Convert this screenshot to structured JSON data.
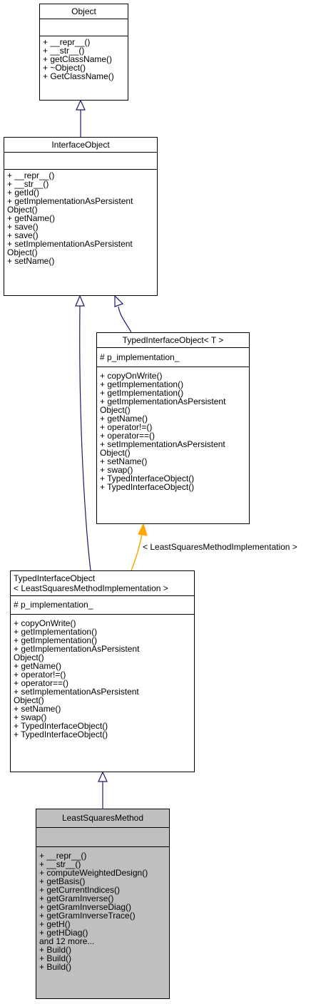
{
  "classes": {
    "object": {
      "title": "Object",
      "attributes": [],
      "methods": [
        "+ __repr__()",
        "+ __str__()",
        "+ getClassName()",
        "+ ~Object()",
        "+ GetClassName()"
      ]
    },
    "interface_object": {
      "title": "InterfaceObject",
      "attributes": [],
      "methods": [
        "+ __repr__()",
        "+ __str__()",
        "+ getId()",
        "+ getImplementationAsPersistent",
        "Object()",
        "+ getName()",
        "+ save()",
        "+ save()",
        "+ setImplementationAsPersistent",
        "Object()",
        "+ setName()"
      ]
    },
    "typed_interface_object_t": {
      "title": "TypedInterfaceObject< T >",
      "attributes": [
        "# p_implementation_"
      ],
      "methods": [
        "+ copyOnWrite()",
        "+ getImplementation()",
        "+ getImplementation()",
        "+ getImplementationAsPersistent",
        "Object()",
        "+ getName()",
        "+ operator!=()",
        "+ operator==()",
        "+ setImplementationAsPersistent",
        "Object()",
        "+ setName()",
        "+ swap()",
        "+ TypedInterfaceObject()",
        "+ TypedInterfaceObject()"
      ]
    },
    "typed_interface_object_lsmi": {
      "title_lines": [
        "TypedInterfaceObject",
        "< LeastSquaresMethodImplementation >"
      ],
      "attributes": [
        "# p_implementation_"
      ],
      "methods": [
        "+ copyOnWrite()",
        "+ getImplementation()",
        "+ getImplementation()",
        "+ getImplementationAsPersistent",
        "Object()",
        "+ getName()",
        "+ operator!=()",
        "+ operator==()",
        "+ setImplementationAsPersistent",
        "Object()",
        "+ setName()",
        "+ swap()",
        "+ TypedInterfaceObject()",
        "+ TypedInterfaceObject()"
      ]
    },
    "least_squares_method": {
      "title": "LeastSquaresMethod",
      "attributes": [],
      "methods": [
        "+ __repr__()",
        "+ __str__()",
        "+ computeWeightedDesign()",
        "+ getBasis()",
        "+ getCurrentIndices()",
        "+ getGramInverse()",
        "+ getGramInverseDiag()",
        "+ getGramInverseTrace()",
        "+ getH()",
        "+ getHDiag()",
        "and 12 more...",
        "+ Build()",
        "+ Build()",
        "+ Build()"
      ]
    }
  },
  "template_binding_label": "< LeastSquaresMethodImplementation >",
  "colors": {
    "inheritance_edge": "#191970",
    "template_edge": "#ffa500",
    "current_class_fill": "#bfbfbf",
    "class_fill": "#ffffff"
  }
}
